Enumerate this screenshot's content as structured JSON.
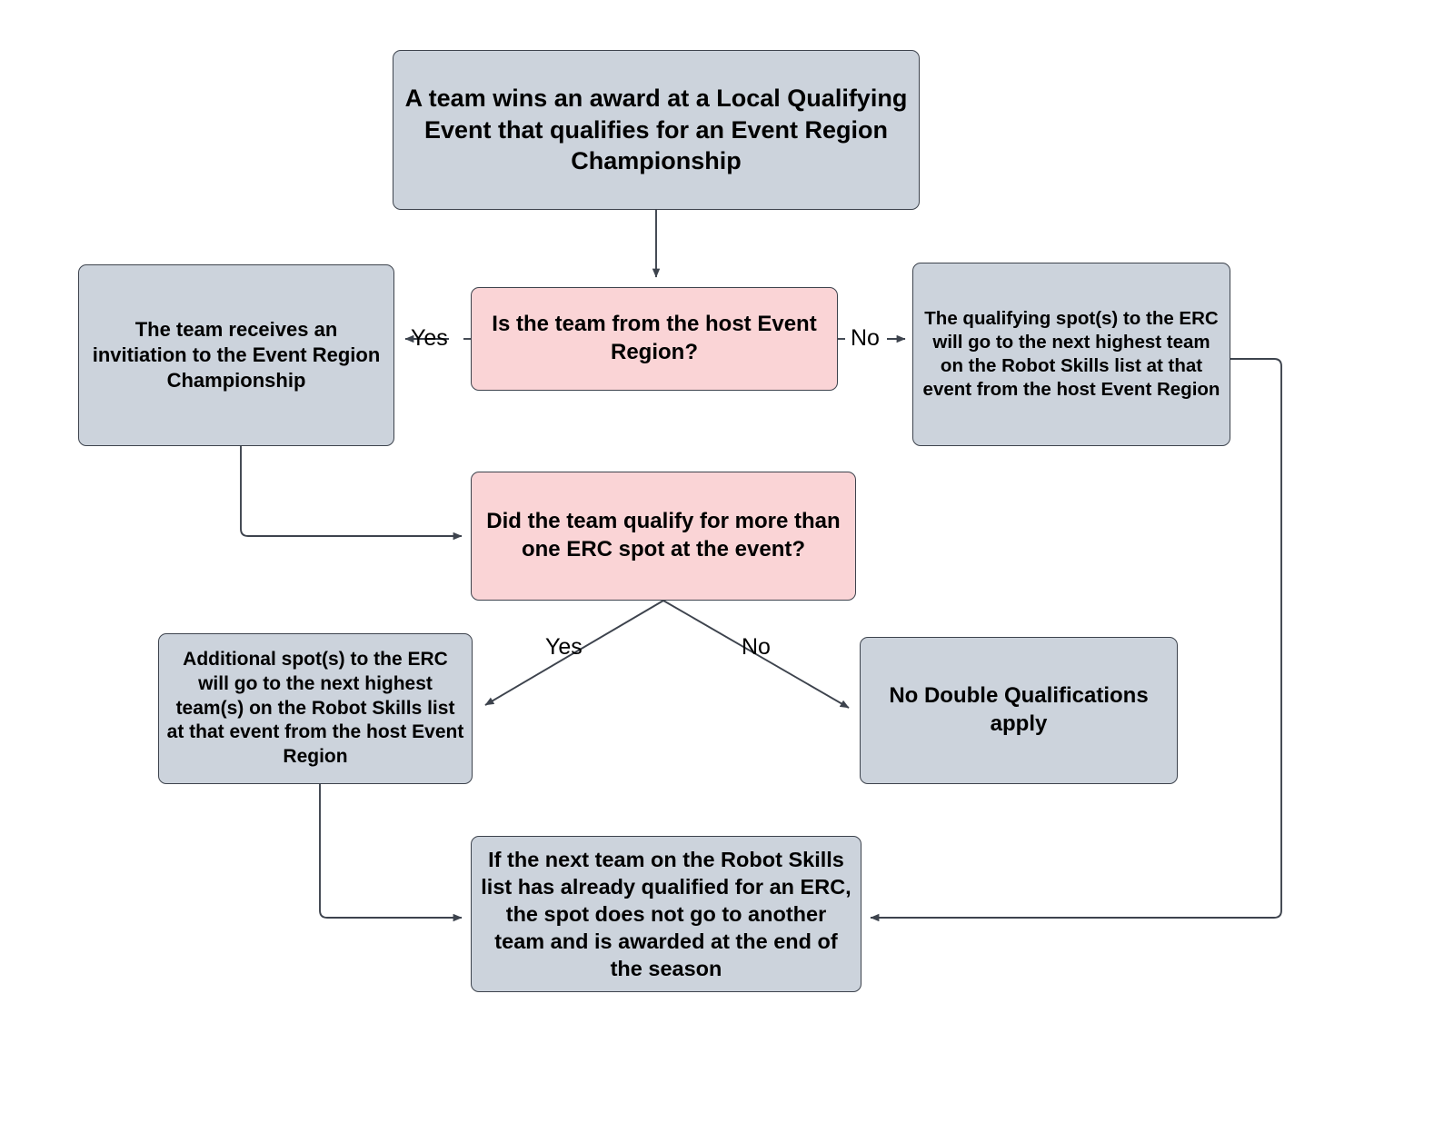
{
  "diagram": {
    "title": "Event Region Championship qualification flowchart",
    "colors": {
      "process_fill": "#ccd3dc",
      "decision_fill": "#fad4d6",
      "stroke": "#3d434d",
      "text": "#000000",
      "background": "#ffffff"
    },
    "nodes": {
      "start": "A team wins an award at a Local Qualifying Event that qualifies for an Event Region Championship",
      "host_question": "Is the team from the host Event Region?",
      "invitation": "The team receives an invitiation to the Event Region Championship",
      "next_team": "The qualifying spot(s) to the ERC will go to the next highest team on the Robot Skills list at that event from the host Event Region",
      "multi_question": "Did the team qualify for more than one ERC spot at the event?",
      "additional_spots": "Additional spot(s) to the ERC will go to the next highest team(s) on the Robot Skills list at that event from the host Event Region",
      "no_double": "No Double Qualifications apply",
      "already_qualified": "If the next team on the Robot Skills list has already qualified for an ERC, the spot does not go to another team and is awarded at the end of the season"
    },
    "edge_labels": {
      "yes_host": "Yes",
      "no_host": "No",
      "yes_multi": "Yes",
      "no_multi": "No"
    }
  }
}
